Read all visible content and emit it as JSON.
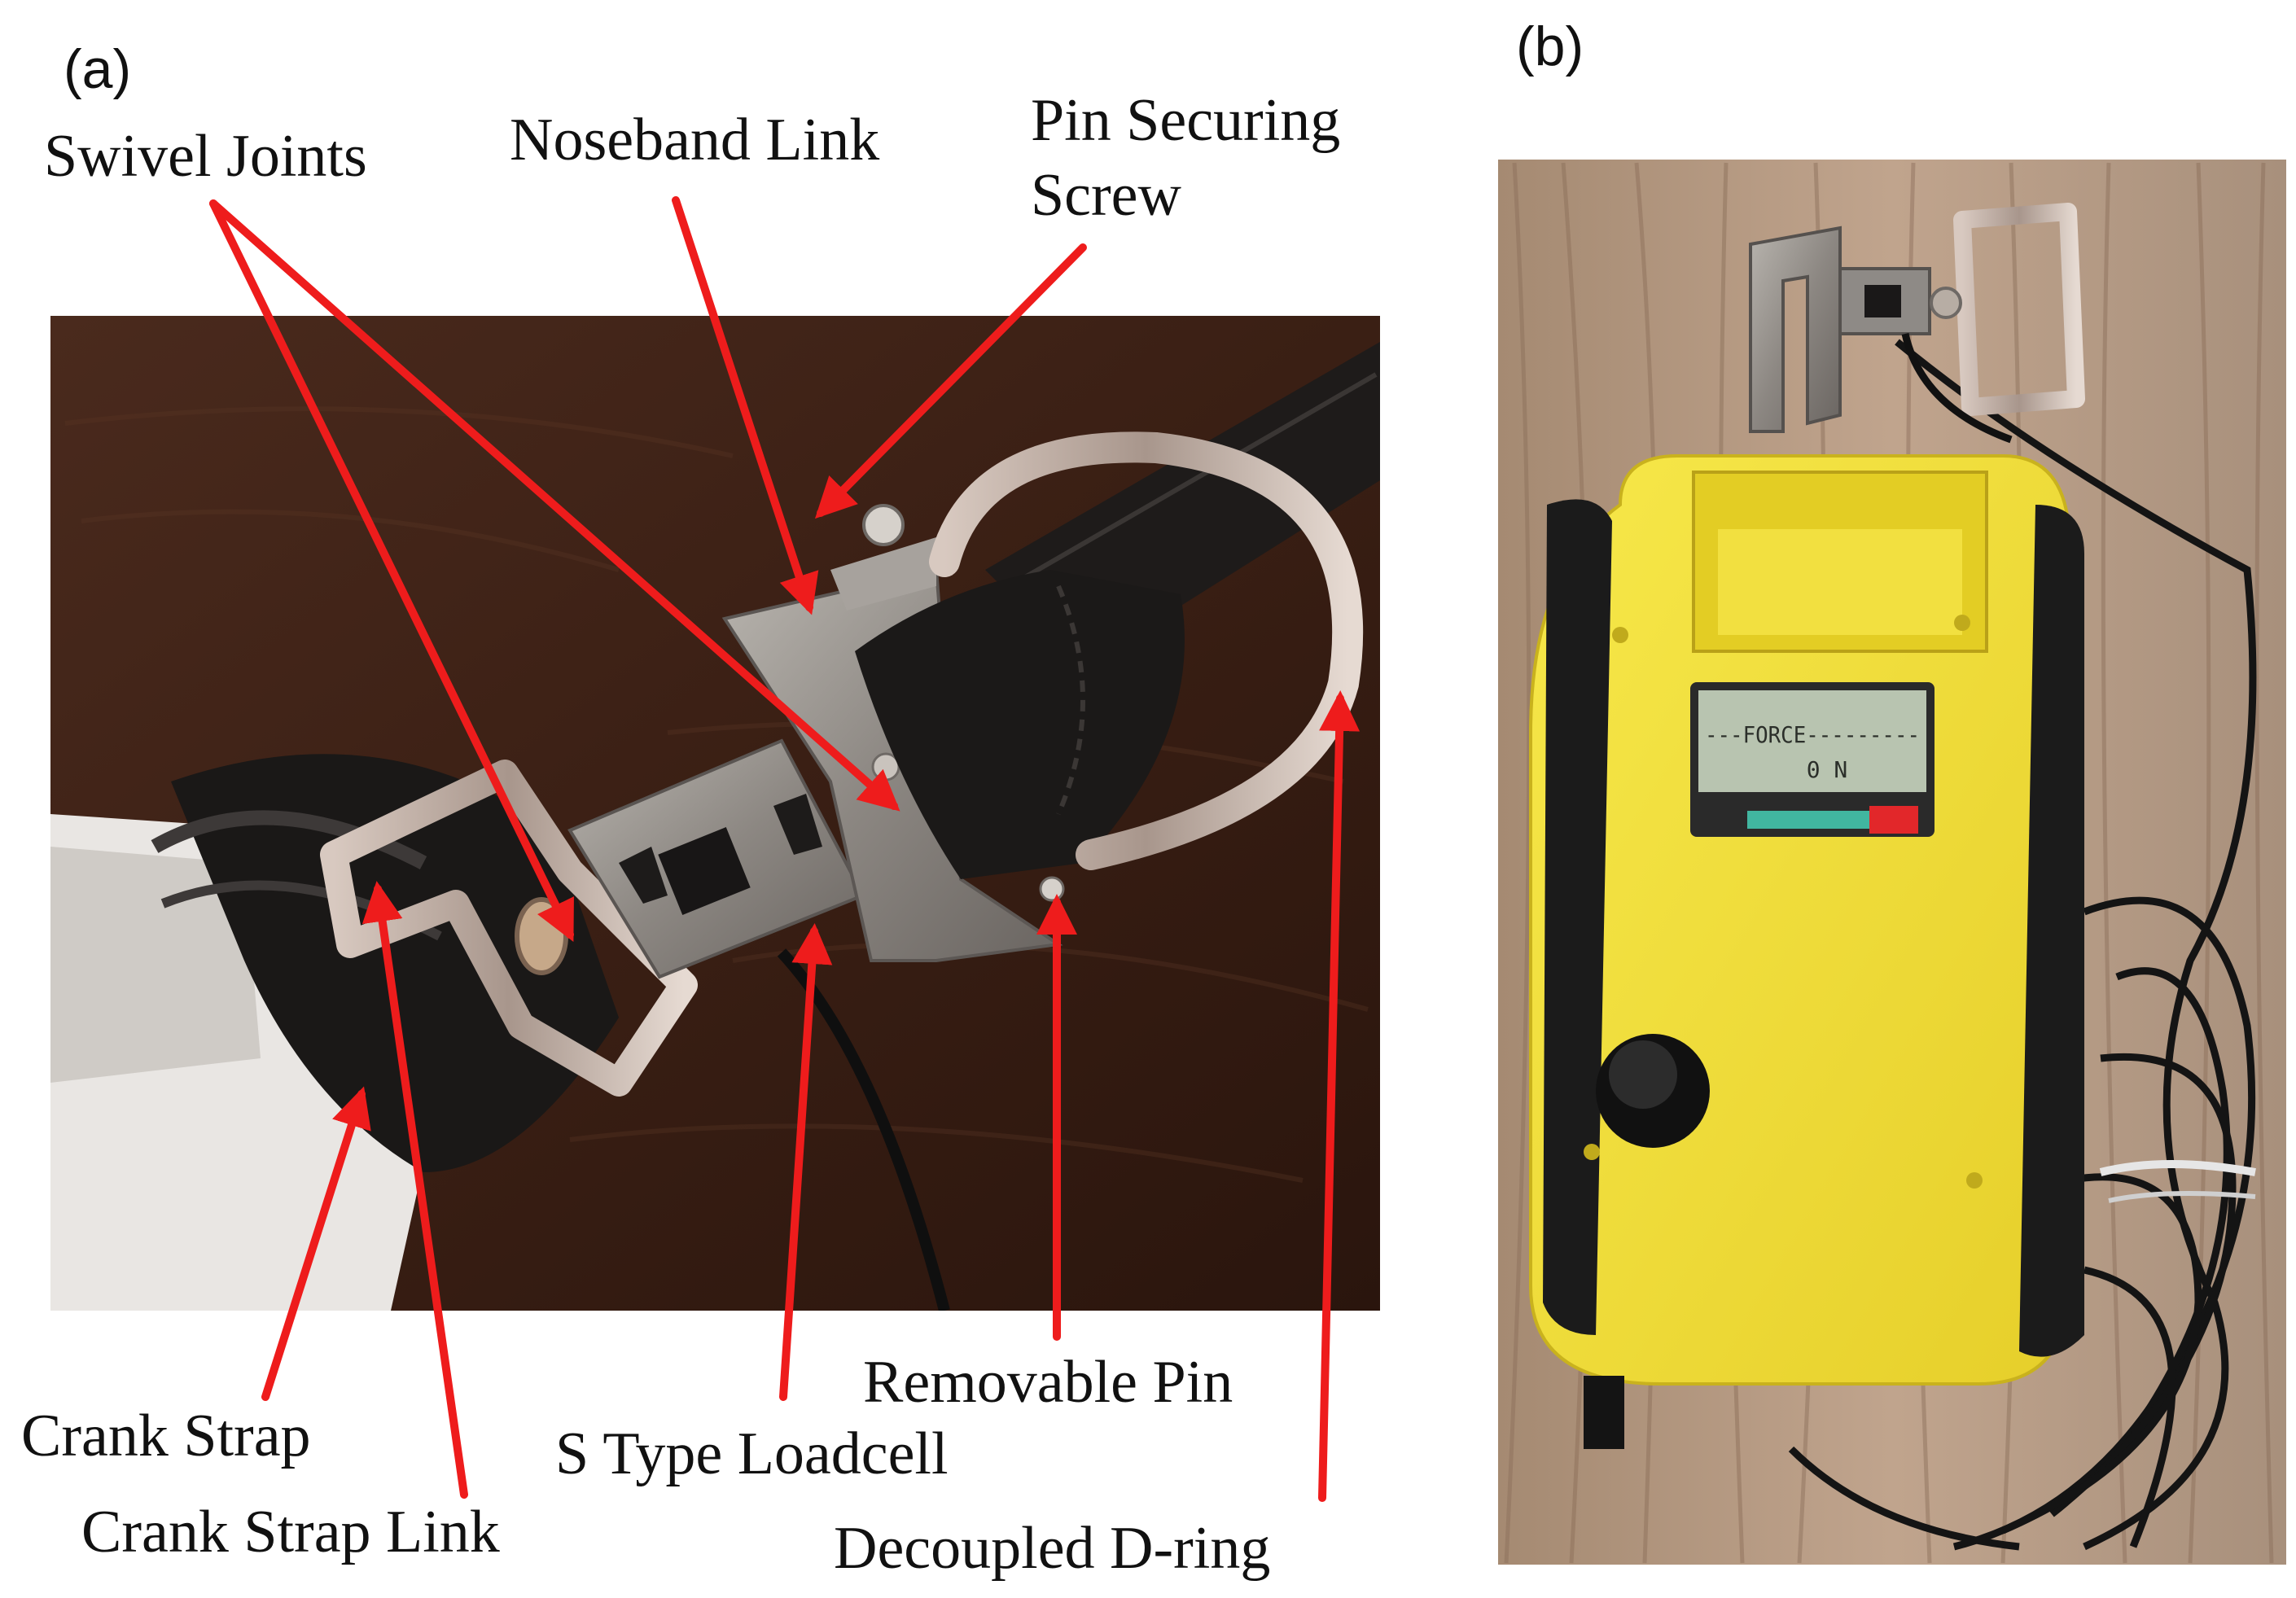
{
  "panel_a": {
    "tag": "(a)",
    "labels": {
      "swivel_joints": "Swivel Joints",
      "noseband_link": "Noseband Link",
      "pin_securing_1": "Pin Securing",
      "pin_securing_2": "Screw",
      "crank_strap": "Crank Strap",
      "crank_strap_link": "Crank Strap Link",
      "s_type_loadcell": "S Type Loadcell",
      "removable_pin": "Removable Pin",
      "decoupled_dring": "Decoupled D-ring"
    }
  },
  "panel_b": {
    "tag": "(b)",
    "lcd_line1": "---FORCE---------",
    "lcd_line2": "0 N"
  },
  "colors": {
    "arrow": "#ee1c1c",
    "horse_coat": "#3a1f14",
    "leather": "#1c1a19",
    "steel": "#8e8a86",
    "device_yellow": "#f3e23a",
    "wood": "#b79b83",
    "lcd": "#b8c4b0"
  }
}
